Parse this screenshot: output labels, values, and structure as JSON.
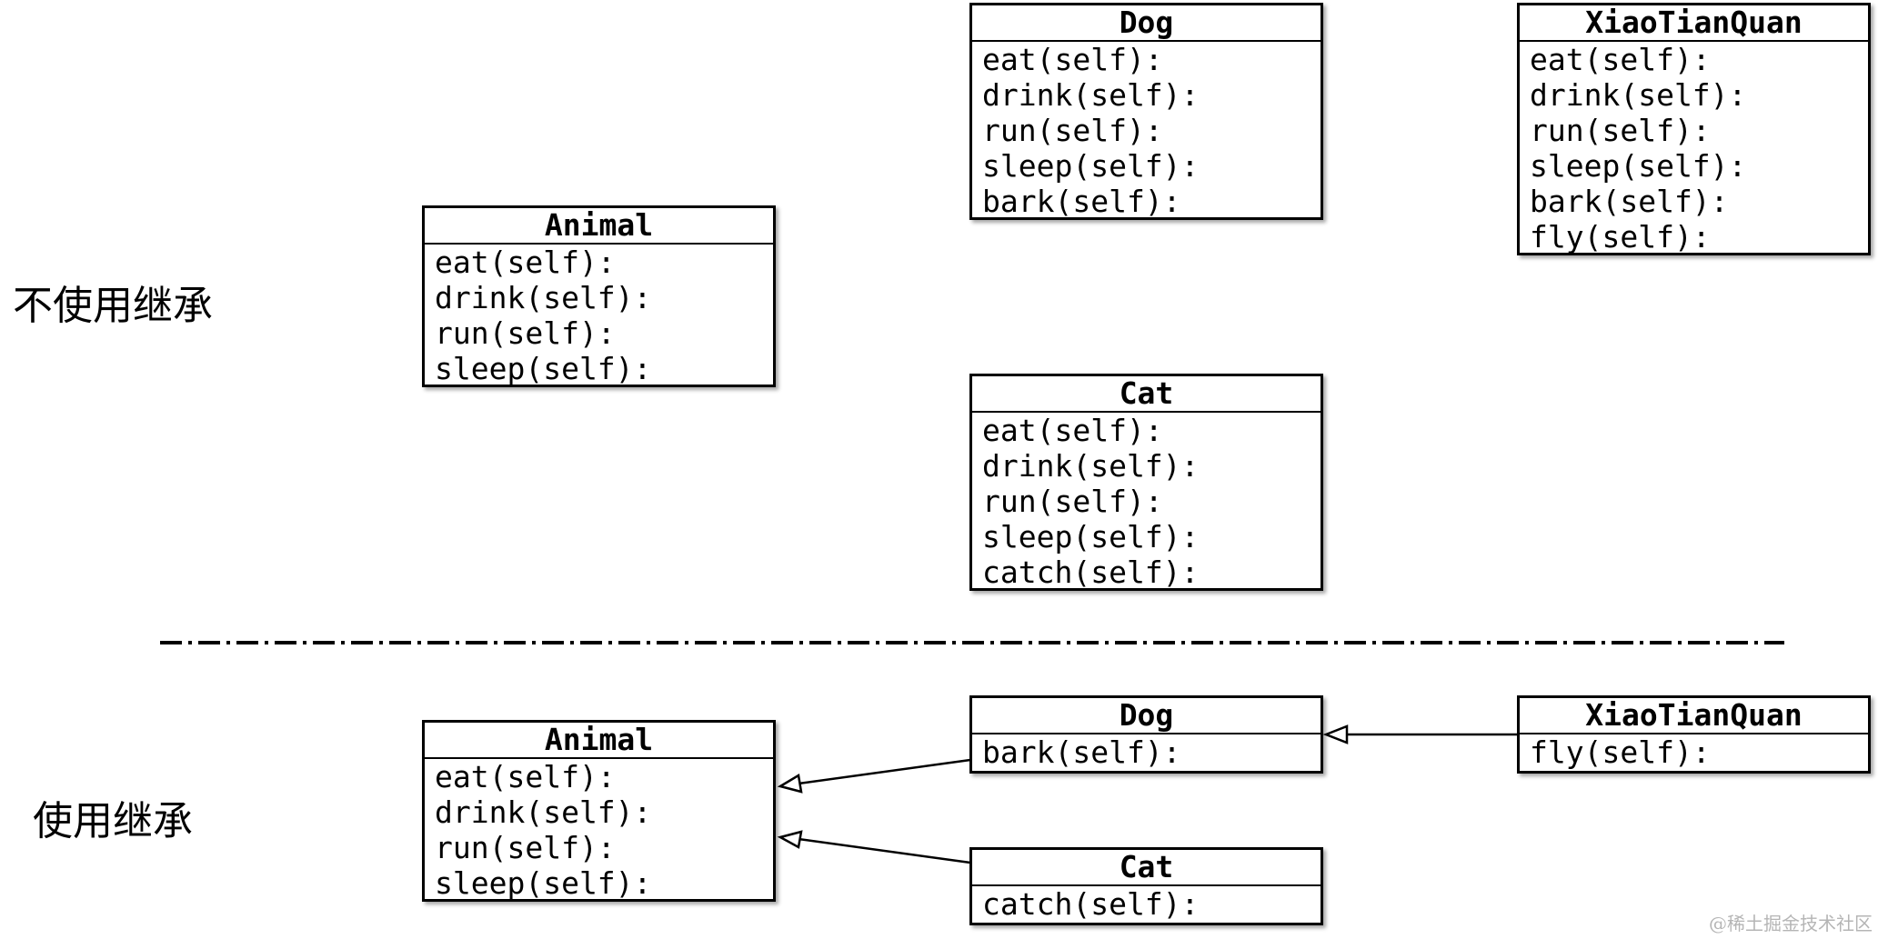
{
  "labels": {
    "no_inheritance": "不使用继承",
    "with_inheritance": "使用继承"
  },
  "no_inheritance": {
    "animal": {
      "name": "Animal",
      "methods": [
        "eat(self):",
        "drink(self):",
        "run(self):",
        "sleep(self):"
      ]
    },
    "dog": {
      "name": "Dog",
      "methods": [
        "eat(self):",
        "drink(self):",
        "run(self):",
        "sleep(self):",
        "bark(self):"
      ]
    },
    "xiaotianquan": {
      "name": "XiaoTianQuan",
      "methods": [
        "eat(self):",
        "drink(self):",
        "run(self):",
        "sleep(self):",
        "bark(self):",
        "fly(self):"
      ]
    },
    "cat": {
      "name": "Cat",
      "methods": [
        "eat(self):",
        "drink(self):",
        "run(self):",
        "sleep(self):",
        "catch(self):"
      ]
    }
  },
  "with_inheritance": {
    "animal": {
      "name": "Animal",
      "methods": [
        "eat(self):",
        "drink(self):",
        "run(self):",
        "sleep(self):"
      ]
    },
    "dog": {
      "name": "Dog",
      "methods": [
        "bark(self):"
      ]
    },
    "xiaotianquan": {
      "name": "XiaoTianQuan",
      "methods": [
        "fly(self):"
      ]
    },
    "cat": {
      "name": "Cat",
      "methods": [
        "catch(self):"
      ]
    }
  },
  "watermark": "@稀土掘金技术社区"
}
